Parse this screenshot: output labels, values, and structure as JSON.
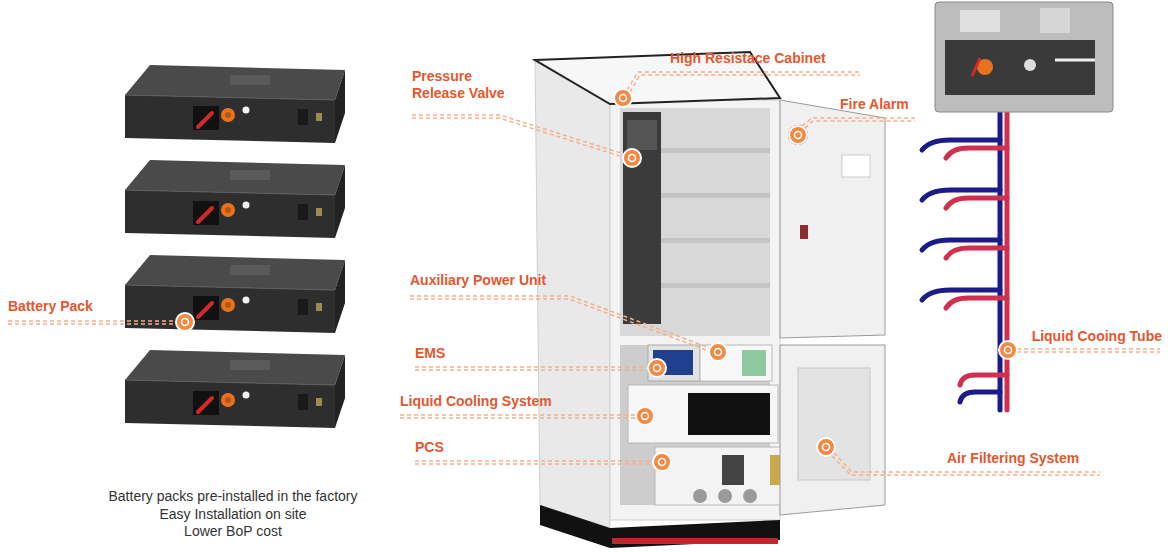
{
  "diagram": {
    "labels": [
      "High Resistace Cabinet",
      "Pressure Release Valve",
      "Fire Alarm",
      "Battery Pack",
      "Auxiliary Power Unit",
      "Liquid Cooing Tube",
      "EMS",
      "Liquid Cooling System",
      "PCS",
      "Air Filtering System",
      "Battery packs pre-installed in the factory",
      "Easy Installation on site",
      "Lower BoP cost"
    ]
  }
}
